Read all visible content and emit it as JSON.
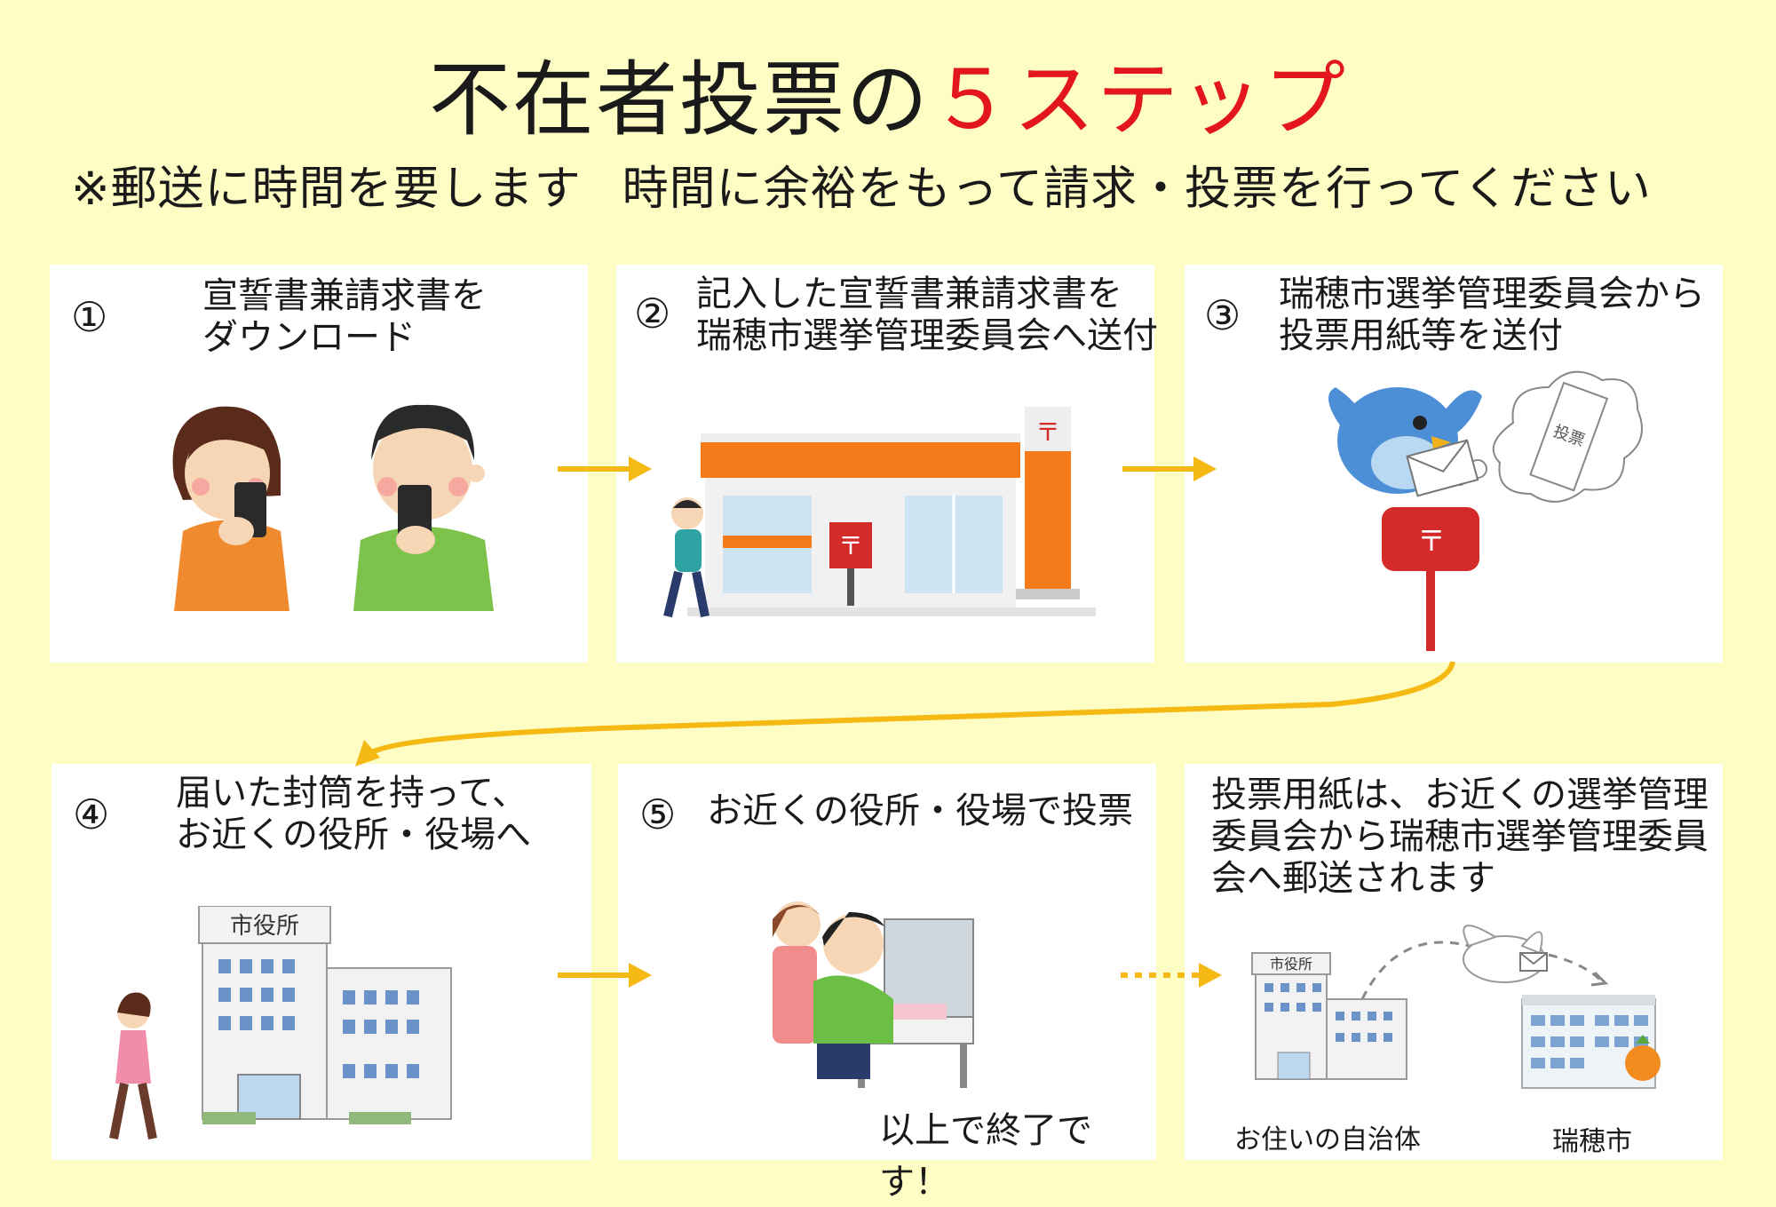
{
  "title": {
    "main": "不在者投票の",
    "accent": "５ステップ",
    "accent_color": "#e3161b"
  },
  "subtitle": {
    "part1": "※郵送に時間を要します",
    "part2": "時間に余裕をもって請求・投票を行ってください"
  },
  "steps": [
    {
      "num": "①",
      "lines": [
        "宣誓書兼請求書を",
        "ダウンロード"
      ]
    },
    {
      "num": "②",
      "lines": [
        "記入した宣誓書兼請求書を",
        "瑞穂市選挙管理委員会へ送付"
      ]
    },
    {
      "num": "③",
      "lines": [
        "瑞穂市選挙管理委員会から",
        "投票用紙等を送付"
      ]
    },
    {
      "num": "④",
      "lines": [
        "届いた封筒を持って、",
        "お近くの役所・役場へ"
      ]
    },
    {
      "num": "⑤",
      "lines": [
        "お近くの役所・役場で投票"
      ],
      "end_text": "以上で終了です！"
    }
  ],
  "note": {
    "lines": [
      "投票用紙は、お近くの選挙管理",
      "委員会から瑞穂市選挙管理委員",
      "会へ郵送されます"
    ],
    "from_label": "お住いの自治体",
    "to_label": "瑞穂市"
  },
  "illustrations": {
    "city_hall_sign": "市役所",
    "ballot_text": "投票"
  },
  "colors": {
    "background": "#fefdc4",
    "arrow": "#f5b914",
    "post_red": "#d42a2a",
    "post_orange": "#f57a1a"
  }
}
